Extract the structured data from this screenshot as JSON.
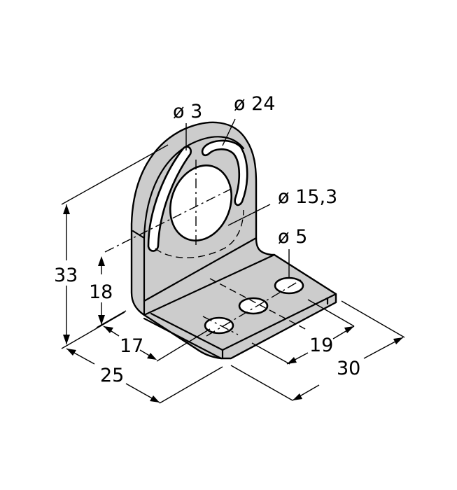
{
  "drawing": {
    "subject": "L-shaped mounting bracket (isometric dimension drawing)",
    "units": "mm",
    "fill_color": "#cccccc",
    "line_color": "#000000",
    "background": "#ffffff",
    "dimensions": {
      "slot_width": "ø 3",
      "bolt_circle": "ø 24",
      "center_bore": "ø 15,3",
      "mount_holes": "ø 5",
      "total_height": "33",
      "bore_center_height": "18",
      "hole_offset": "17",
      "width": "25",
      "hole_spacing": "19",
      "depth": "30"
    }
  }
}
